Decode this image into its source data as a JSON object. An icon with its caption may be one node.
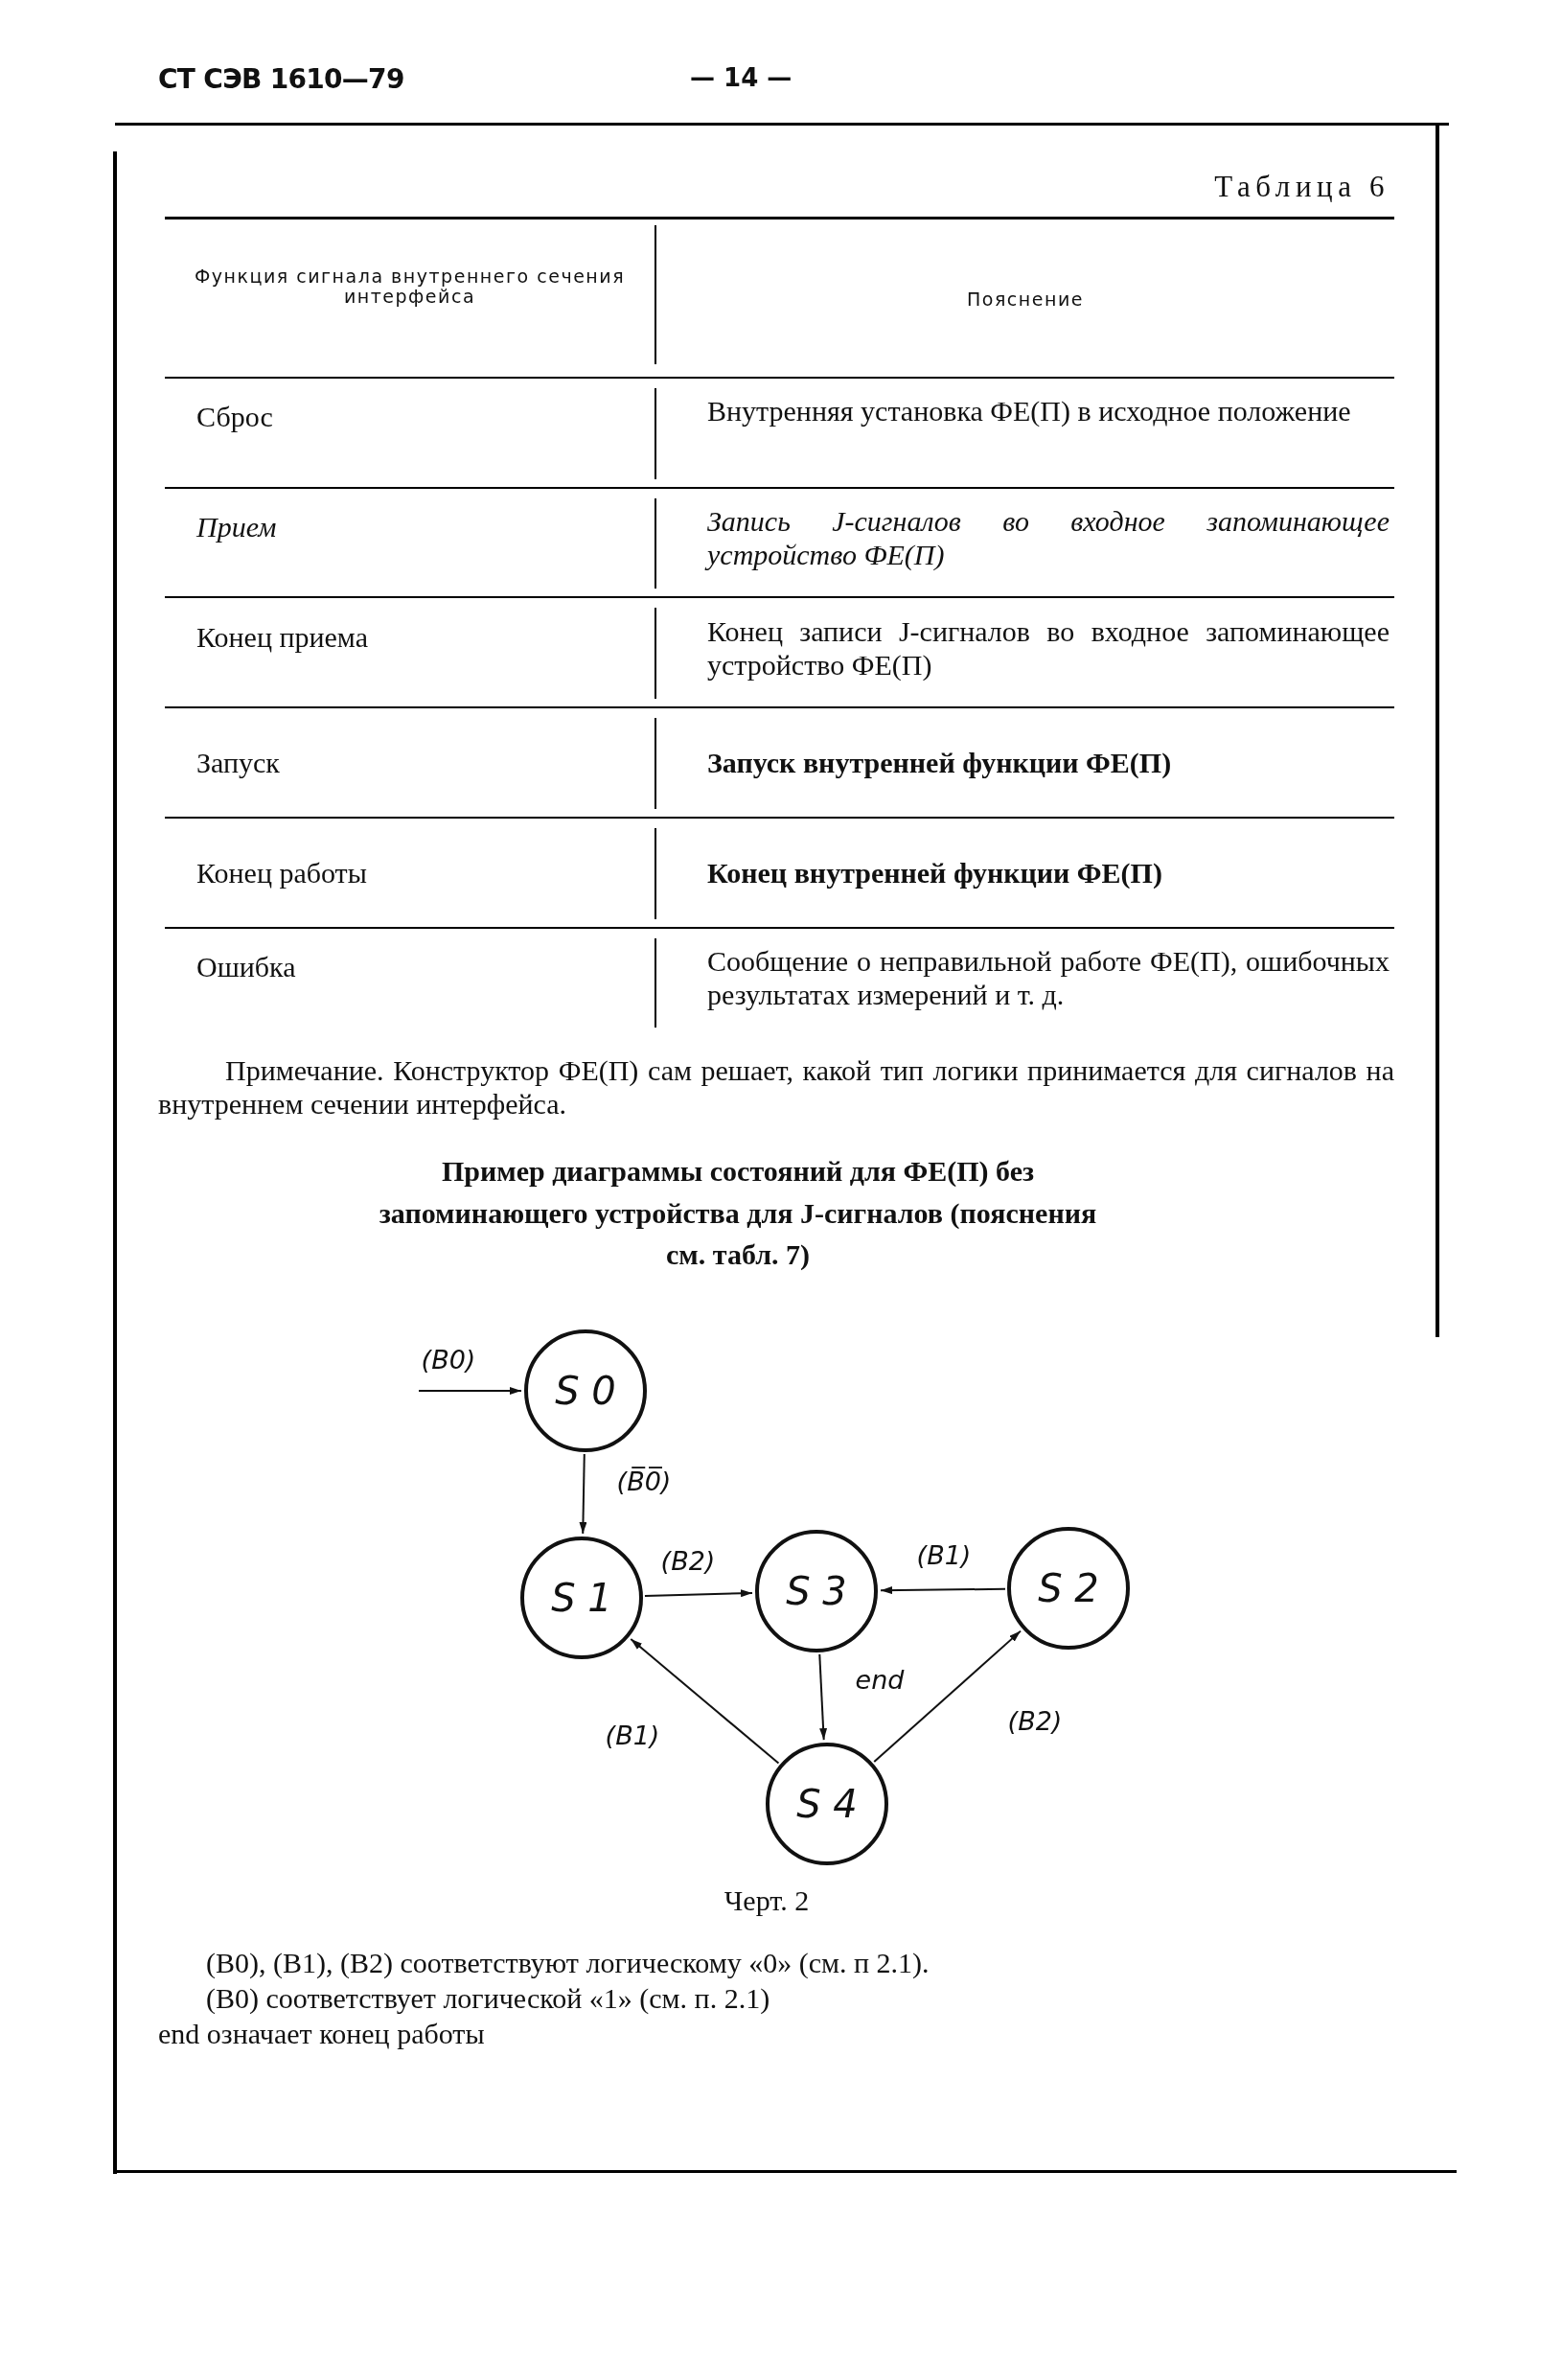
{
  "diagram": {
    "title": "Пример диаграммы состояний для ФЕ(П) без запоминающего устройства для J-сигналов (пояснения см. табл. 7)",
    "caption": "Черт. 2",
    "nodes": [
      {
        "text": [
          "S 0"
        ]
      },
      {
        "text": [
          "S 1"
        ]
      },
      {
        "text": [
          "S 3"
        ]
      },
      {
        "text": [
          "S 2"
        ]
      },
      {
        "text": [
          "S 4"
        ]
      }
    ],
    "edges": [
      {
        "from": null,
        "to": 0,
        "arrow": "to",
        "label": "(B0)"
      },
      {
        "from": 0,
        "to": 1,
        "arrow": "to",
        "label": "(B̅0̅)"
      },
      {
        "from": 1,
        "to": 2,
        "arrow": "to",
        "label": "(B2)"
      },
      {
        "from": 3,
        "to": 2,
        "arrow": "to",
        "label": "(B1)"
      },
      {
        "from": 2,
        "to": 4,
        "arrow": "to",
        "label": "end"
      },
      {
        "from": 4,
        "to": 1,
        "arrow": "to",
        "label": "(B1)"
      },
      {
        "from": 4,
        "to": 3,
        "arrow": "to",
        "label": "(B2)"
      }
    ],
    "labels": [
      "СТ СЭВ 1610—79",
      "— 14 —",
      "Таблица 6",
      "Функция сигнала внутреннего сечения интерфейса",
      "Пояснение",
      "Сброс",
      "Внутренняя установка ФЕ(П) в исходное положение",
      "Прием",
      "Запись J-сигналов во входное запоминающее устройство ФЕ(П)",
      "Конец приема",
      "Конец записи J-сигналов во входное запоминающее устройство ФЕ(П)",
      "Запуск",
      "Запуск внутренней функции ФЕ(П)",
      "Конец работы",
      "Конец внутренней функции ФЕ(П)",
      "Ошибка",
      "Сообщение о неправильной работе ФЕ(П), ошибочных результатах измерений и т. д.",
      "Примечание. Конструктор ФЕ(П) сам решает, какой тип логики принимается для сигналов на внутреннем сечении интерфейса.",
      "(B0), (B1), (B2) соответствуют логическому «0» (см. п 2.1).",
      "(B0) соответствует логической «1» (см. п. 2.1)",
      "end означает конец работы"
    ]
  }
}
